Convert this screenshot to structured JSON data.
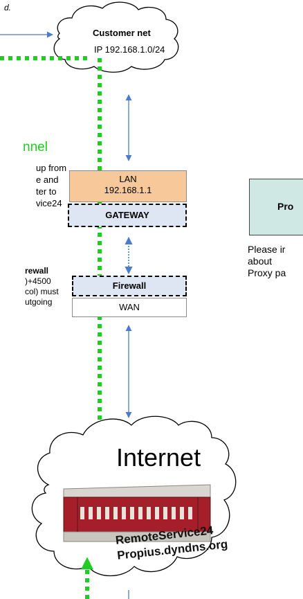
{
  "top_fragment": "d.",
  "customer_net": {
    "title": "Customer net",
    "ip": "IP 192.168.1.0/24"
  },
  "tunnel": {
    "title": "nnel",
    "lines": [
      "up from",
      "e and",
      "ter to",
      "vice24"
    ]
  },
  "firewall_note": {
    "title": "rewall",
    "lines": [
      ")+4500",
      "col) must",
      "utgoing"
    ]
  },
  "gateway_device": {
    "lan_label": "LAN",
    "lan_ip": "192.168.1.1",
    "gateway_label": "GATEWAY"
  },
  "firewall_device": {
    "firewall_label": "Firewall",
    "wan_label": "WAN"
  },
  "proxy": {
    "box_label": "Pro",
    "note_lines": [
      "Please ir",
      "about",
      "Proxy pa"
    ]
  },
  "internet": {
    "label": "Internet",
    "server_name": "RemoteService24",
    "server_host": "Propius.dyndns.org"
  },
  "colors": {
    "tunnel_green": "#22cc22",
    "arrow_blue": "#4a7cc7",
    "lan_fill": "#f7c89a",
    "gateway_fill": "#dde6f2",
    "proxy_fill": "#cfe8e4"
  }
}
